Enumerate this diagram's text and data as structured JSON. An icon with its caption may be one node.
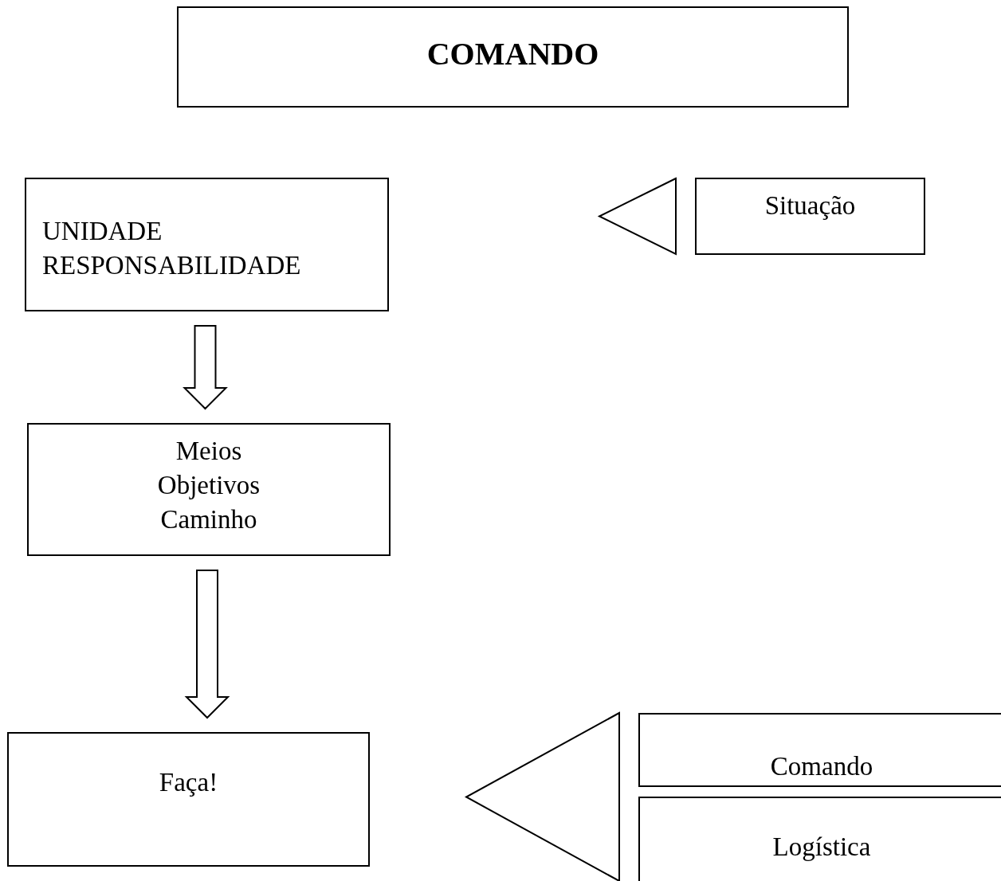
{
  "diagram": {
    "nodes": [
      {
        "text": [
          "COMANDO"
        ]
      },
      {
        "text": [
          "UNIDADE RESPONSABILIDADE"
        ]
      },
      {
        "text": [
          "Situação"
        ]
      },
      {
        "text": [
          "Meios Objetivos Caminho"
        ]
      },
      {
        "text": [
          "Faça!"
        ]
      },
      {
        "text": [
          "Comando"
        ]
      },
      {
        "text": [
          "Logística"
        ]
      }
    ],
    "edges": [
      {
        "from": 1,
        "to": 3,
        "arrow": "to"
      },
      {
        "from": 3,
        "to": 4,
        "arrow": "to"
      },
      {
        "from": 2,
        "to": null,
        "arrow": "to"
      },
      {
        "from": 5,
        "to": 4,
        "arrow": "to"
      },
      {
        "from": 6,
        "to": 4,
        "arrow": "to"
      }
    ]
  }
}
